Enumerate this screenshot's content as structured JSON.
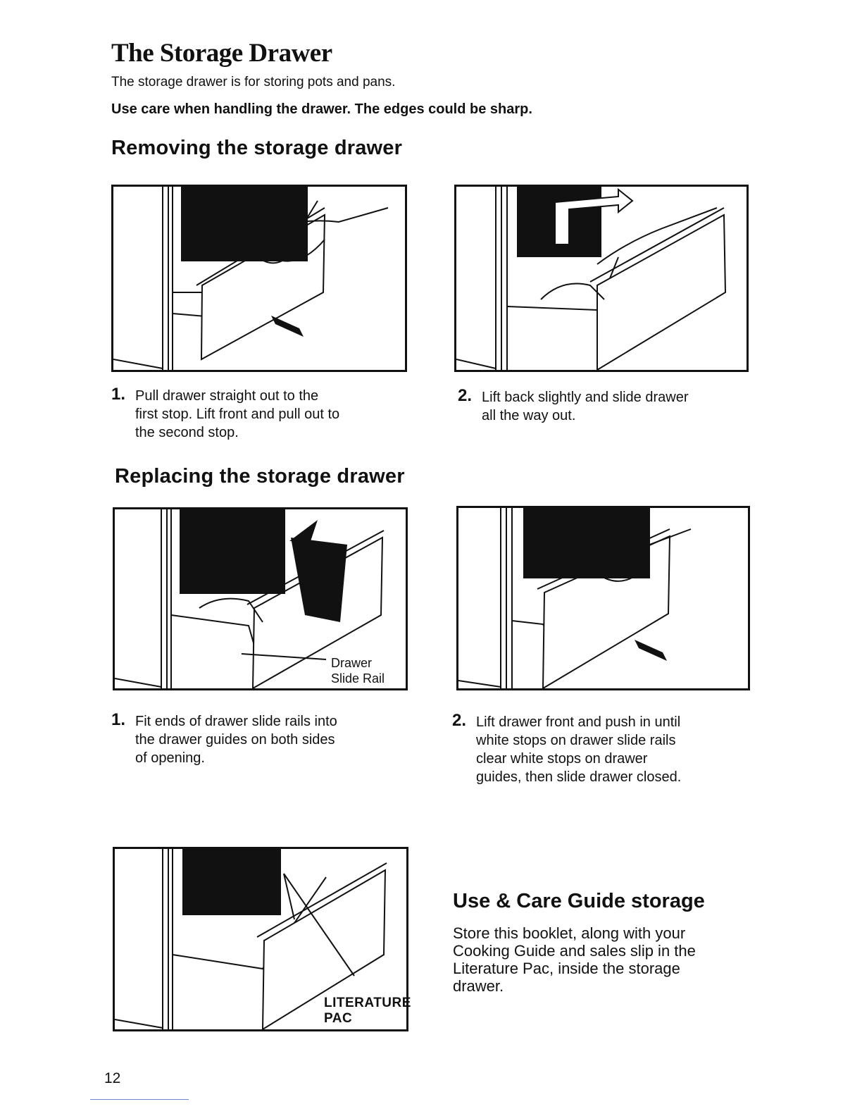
{
  "title": "The Storage Drawer",
  "intro": "The storage drawer is for storing pots and pans.",
  "warning": "Use care when handling the drawer. The edges could be sharp.",
  "removing": {
    "heading": "Removing the storage drawer",
    "steps": [
      {
        "num": "1.",
        "text": "Pull drawer straight out to the\nfirst stop. Lift front and pull out to\nthe second stop."
      },
      {
        "num": "2.",
        "text": "Lift back slightly and slide drawer\nall the way out."
      }
    ]
  },
  "replacing": {
    "heading": "Replacing the storage drawer",
    "callout": "Drawer\nSlide Rail",
    "steps": [
      {
        "num": "1.",
        "text": "Fit ends of drawer slide rails into\nthe drawer guides on both sides\nof opening."
      },
      {
        "num": "2.",
        "text": "Lift drawer front and push in until\nwhite stops on drawer slide rails\nclear white stops on drawer\nguides, then slide drawer closed."
      }
    ]
  },
  "storage_figure": {
    "callout": "LITERATURE\nPAC"
  },
  "guide": {
    "heading": "Use & Care Guide storage",
    "text": "Store this booklet, along with your\nCooking Guide and sales slip in the\nLiterature Pac, inside the storage\ndrawer."
  },
  "page_number": "12"
}
